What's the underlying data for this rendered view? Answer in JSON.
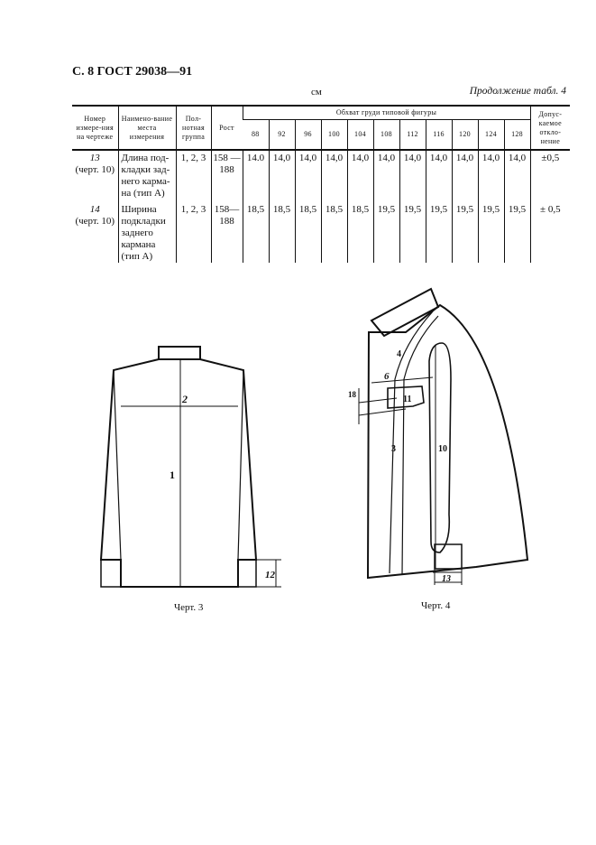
{
  "header": {
    "page_title": "С. 8 ГОСТ 29038—91",
    "unit": "см",
    "continuation": "Продолжение табл. 4"
  },
  "table": {
    "columns": [
      "Номер измере-ния на чертеже",
      "Наимено-вание места измерения",
      "Пол-нотная группа",
      "Рост",
      "Обхват груди типовой фигуры",
      "Допус-каемое откло-нение"
    ],
    "chest_sizes": [
      "88",
      "92",
      "96",
      "100",
      "104",
      "108",
      "112",
      "116",
      "120",
      "124",
      "128"
    ],
    "rows": [
      {
        "num": "13",
        "ref": "(черт. 10)",
        "name": "Длина под-кладки зад-него карма-на (тип А)",
        "group": "1, 2, 3",
        "height": "158 —188",
        "values": [
          "14.0",
          "14,0",
          "14,0",
          "14,0",
          "14,0",
          "14,0",
          "14,0",
          "14,0",
          "14,0",
          "14,0",
          "14,0"
        ],
        "tolerance": "±0,5"
      },
      {
        "num": "14",
        "ref": "(черт. 10)",
        "name": "Ширина подкладки заднего кармана (тип А)",
        "group": "1, 2, 3",
        "height": "158— 188",
        "values": [
          "18,5",
          "18,5",
          "18,5",
          "18,5",
          "18,5",
          "19,5",
          "19,5",
          "19,5",
          "19,5",
          "19,5",
          "19,5"
        ],
        "tolerance": "± 0,5"
      }
    ]
  },
  "figures": [
    {
      "caption": "Черт. 3",
      "labels": [
        "2",
        "1",
        "12"
      ]
    },
    {
      "caption": "Черт. 4",
      "labels": [
        "4",
        "6",
        "18",
        "11",
        "3",
        "10",
        "13"
      ]
    }
  ]
}
